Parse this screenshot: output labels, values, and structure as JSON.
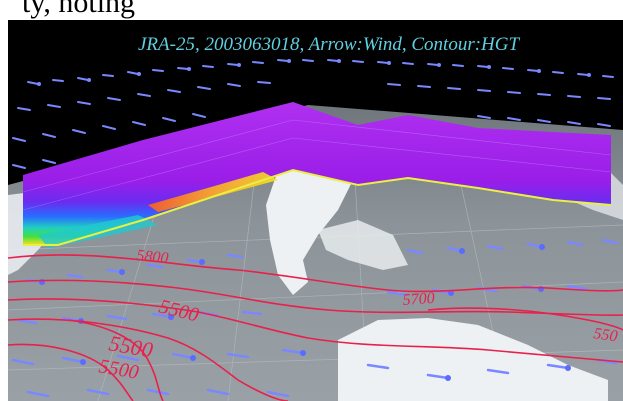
{
  "caption_fragment": "ty, noting",
  "title": "JRA-25, 2003063018, Arrow:Wind, Contour:HGT",
  "contour_labels": [
    "5800",
    "5500",
    "5500",
    "5500",
    "5700",
    "550"
  ],
  "colors": {
    "background": "#000000",
    "title": "#5fd0e0",
    "contour": "#e8204c",
    "wind_arrow": "#7a88ff",
    "curtain_top": "#a020f0",
    "terrain": "#8f969c",
    "land": "#f2f4f6"
  }
}
